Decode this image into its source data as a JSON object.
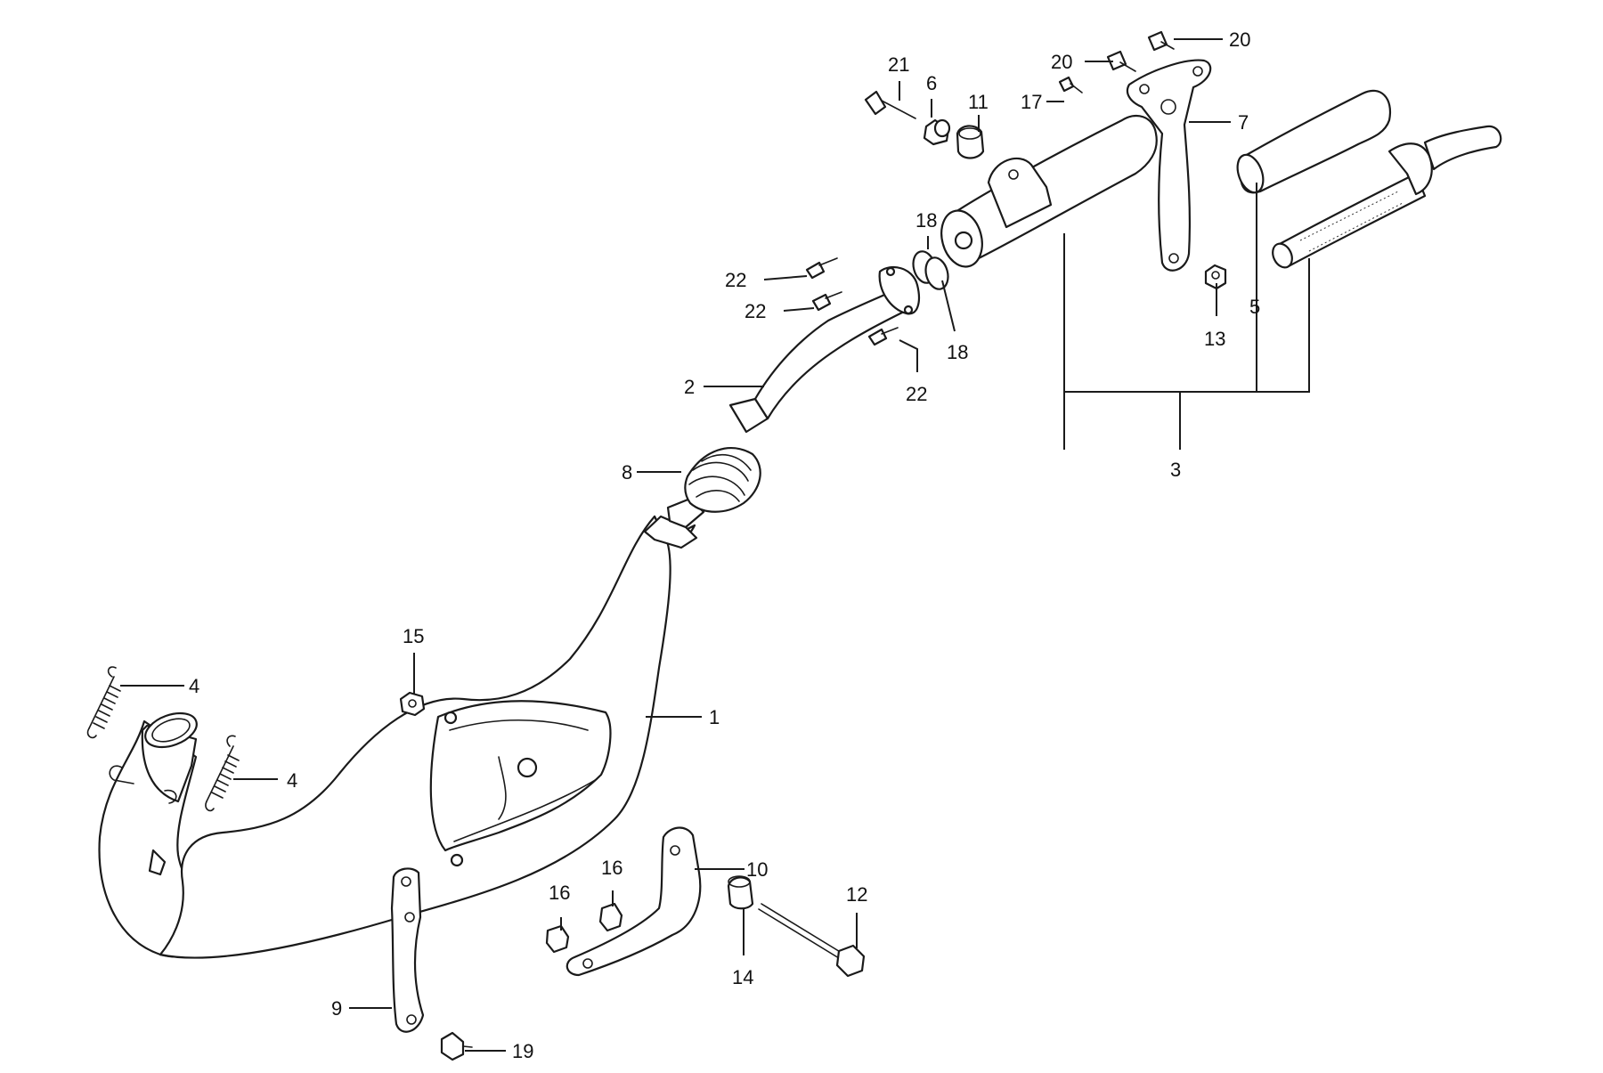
{
  "diagram": {
    "callouts": [
      {
        "id": "c1",
        "label": "1"
      },
      {
        "id": "c2",
        "label": "2"
      },
      {
        "id": "c3",
        "label": "3"
      },
      {
        "id": "c4a",
        "label": "4"
      },
      {
        "id": "c4b",
        "label": "4"
      },
      {
        "id": "c5",
        "label": "5"
      },
      {
        "id": "c6",
        "label": "6"
      },
      {
        "id": "c7",
        "label": "7"
      },
      {
        "id": "c8",
        "label": "8"
      },
      {
        "id": "c9",
        "label": "9"
      },
      {
        "id": "c10",
        "label": "10"
      },
      {
        "id": "c11",
        "label": "11"
      },
      {
        "id": "c12",
        "label": "12"
      },
      {
        "id": "c13",
        "label": "13"
      },
      {
        "id": "c14",
        "label": "14"
      },
      {
        "id": "c15",
        "label": "15"
      },
      {
        "id": "c16a",
        "label": "16"
      },
      {
        "id": "c16b",
        "label": "16"
      },
      {
        "id": "c17",
        "label": "17"
      },
      {
        "id": "c18a",
        "label": "18"
      },
      {
        "id": "c18b",
        "label": "18"
      },
      {
        "id": "c19",
        "label": "19"
      },
      {
        "id": "c20a",
        "label": "20"
      },
      {
        "id": "c20b",
        "label": "20"
      },
      {
        "id": "c21",
        "label": "21"
      },
      {
        "id": "c22a",
        "label": "22"
      },
      {
        "id": "c22b",
        "label": "22"
      },
      {
        "id": "c22c",
        "label": "22"
      }
    ]
  }
}
